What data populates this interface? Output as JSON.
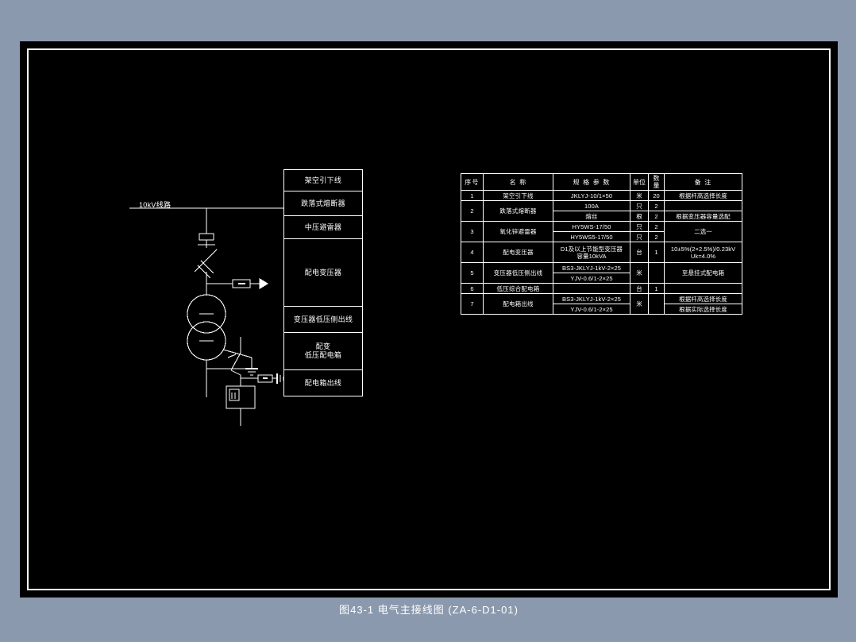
{
  "drawing": {
    "title": "图43-1  电气主接线图 (ZA-6-D1-01)",
    "source_label": "10kV线路"
  },
  "diagram_labels": [
    {
      "text": "架空引下线"
    },
    {
      "text": "跌落式熔断器"
    },
    {
      "text": "中压避雷器"
    },
    {
      "text": "配电变压器"
    },
    {
      "text": "变压器低压侧出线"
    },
    {
      "text": "配变\n低压配电箱"
    },
    {
      "text": "配电箱出线"
    }
  ],
  "table": {
    "headers": {
      "no": "序号",
      "name": "名  称",
      "spec": "规 格 参 数",
      "unit": "单位",
      "qty": "数量",
      "note": "备  注"
    },
    "rows": [
      {
        "no": "1",
        "name": "架空引下线",
        "lines": [
          {
            "spec": "JKLYJ-10/1×50",
            "unit": "米",
            "qty": "20",
            "note": "根据杆高选择长度"
          }
        ]
      },
      {
        "no": "2",
        "name": "跌落式熔断器",
        "lines": [
          {
            "spec": "100A",
            "unit": "只",
            "qty": "2",
            "note": ""
          },
          {
            "spec": "熔丝",
            "unit": "根",
            "qty": "2",
            "note": "根据变压器容量选配"
          }
        ]
      },
      {
        "no": "3",
        "name": "氧化锌避雷器",
        "lines": [
          {
            "spec": "HY5WS-17/50",
            "unit": "只",
            "qty": "2",
            "note": "二选一"
          },
          {
            "spec": "HY5WS5-17/50",
            "unit": "只",
            "qty": "2",
            "note": ""
          }
        ]
      },
      {
        "no": "4",
        "name": "配电变压器",
        "lines": [
          {
            "spec": "D1及以上节能型变压器\n容量10kVA",
            "unit": "台",
            "qty": "1",
            "note": "10±5%(2×2.5%)/0.23kV\nUk=4.0%"
          }
        ]
      },
      {
        "no": "5",
        "name": "变压器低压侧出线",
        "lines": [
          {
            "spec": "BS3-JKLYJ-1kV-2×25",
            "unit": "米",
            "qty": "",
            "note": "至悬挂式配电箱"
          },
          {
            "spec": "YJV-0.6/1-2×25",
            "unit": "",
            "qty": "",
            "note": ""
          }
        ]
      },
      {
        "no": "6",
        "name": "低压综合配电箱",
        "lines": [
          {
            "spec": "",
            "unit": "台",
            "qty": "1",
            "note": ""
          }
        ]
      },
      {
        "no": "7",
        "name": "配电箱出线",
        "lines": [
          {
            "spec": "BS3-JKLYJ-1kV-2×25",
            "unit": "米",
            "qty": "",
            "note": "根据杆高选择长度"
          },
          {
            "spec": "YJV-0.6/1-2×25",
            "unit": "",
            "qty": "",
            "note": "根据实际选择长度"
          }
        ]
      }
    ]
  },
  "colors": {
    "background": "#8b99ae",
    "canvas": "#000000",
    "ink": "#ffffff"
  }
}
